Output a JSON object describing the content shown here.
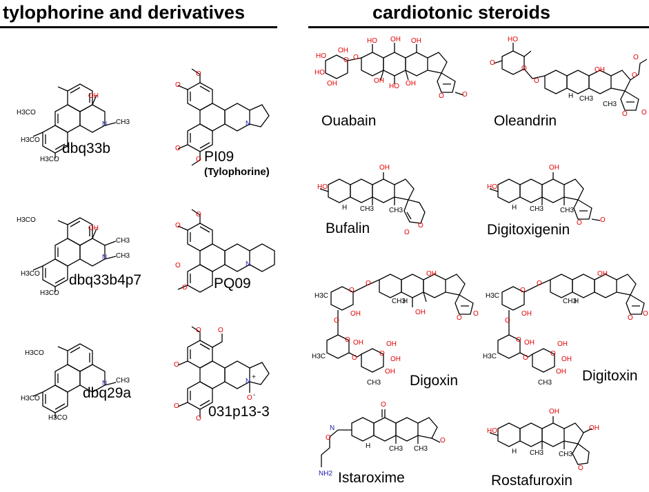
{
  "sections": {
    "left_title": "tylophorine and derivatives",
    "right_title": "cardiotonic steroids"
  },
  "compounds": {
    "dbq33b": {
      "name": "dbq33b",
      "atoms": {
        "h3co_1": "H3CO",
        "oh": "OH",
        "n": "N",
        "ch3": "CH3",
        "h3co_2": "H3CO",
        "h3co_3": "H3CO"
      }
    },
    "pi09": {
      "name": "PI09",
      "subtitle": "(Tylophorine)",
      "atoms": {
        "o1": "O",
        "o2": "O",
        "o3": "O",
        "o4": "O",
        "n": "N"
      }
    },
    "dbq33b4p7": {
      "name": "dbq33b4p7",
      "atoms": {
        "h3co_1": "H3CO",
        "oh": "OH",
        "ch3_a": "CH3",
        "n": "N",
        "ch3_b": "CH3",
        "h3co_2": "H3CO",
        "h3co_3": "H3CO"
      }
    },
    "pq09": {
      "name": "PQ09",
      "atoms": {
        "o1": "O",
        "o2": "O",
        "o3": "O",
        "o4": "O",
        "n": "N"
      }
    },
    "dbq29a": {
      "name": "dbq29a",
      "atoms": {
        "h3co_1": "H3CO",
        "n": "N",
        "ch3": "CH3",
        "h3co_2": "H3CO",
        "h3co_3": "H3CO"
      }
    },
    "p031p13": {
      "name": "031p13-3",
      "atoms": {
        "o1": "O",
        "o2": "O",
        "o3": "O",
        "o4": "O",
        "o5": "O",
        "n": "N",
        "nplus": "+",
        "oxide": "O",
        "ominus": "-"
      }
    },
    "ouabain": {
      "name": "Ouabain",
      "atoms": {
        "ho1": "HO",
        "ho2": "HO",
        "oh1": "OH",
        "oh2": "OH",
        "oh3": "OH",
        "ho3": "HO",
        "oh4": "OH",
        "oh5": "OH",
        "oh6": "HO",
        "oh7": "OH",
        "o_ring": "O",
        "o_link": "O",
        "o_lac": "O",
        "o_keto": "O"
      }
    },
    "oleandrin": {
      "name": "Oleandrin",
      "atoms": {
        "ho": "HO",
        "o_me": "O",
        "o_ring": "O",
        "o_link": "O",
        "oh": "OH",
        "h_a": "H",
        "ch3_1": "CH3",
        "ch3_2": "CH3",
        "o_ac": "O",
        "o_ac2": "O",
        "o_lac": "O",
        "o_keto": "O"
      }
    },
    "bufalin": {
      "name": "Bufalin",
      "atoms": {
        "ho": "HO",
        "oh": "OH",
        "ch3_1": "CH3",
        "ch3_2": "CH3",
        "h_a": "H",
        "o_ring": "O",
        "o_keto": "O"
      }
    },
    "digitoxigenin": {
      "name": "Digitoxigenin",
      "atoms": {
        "ho": "HO",
        "oh": "OH",
        "ch3_1": "CH3",
        "ch3_2": "CH3",
        "h_a": "H",
        "o_lac": "O",
        "o_keto": "O"
      }
    },
    "digoxin": {
      "name": "Digoxin",
      "atoms": {
        "h3c": "H3C",
        "o1": "O",
        "o2": "O",
        "o3": "O",
        "oh1": "OH",
        "o4": "O",
        "oh2": "OH",
        "h3c2": "H3C",
        "o5": "O",
        "o6": "O",
        "oh3": "OH",
        "oh4": "OH",
        "oh5": "OH",
        "ch3_1": "CH3",
        "ch3_2": "CH3",
        "oh6": "OH",
        "oh7": "OH",
        "o_lac": "O",
        "o_keto": "O",
        "h_a": "H"
      }
    },
    "digitoxin": {
      "name": "Digitoxin",
      "atoms": {
        "h3c": "H3C",
        "o1": "O",
        "o2": "O",
        "o3": "O",
        "oh1": "OH",
        "o4": "O",
        "oh2": "OH",
        "h3c2": "H3C",
        "o5": "O",
        "o6": "O",
        "oh3": "OH",
        "oh4": "OH",
        "oh5": "OH",
        "ch3_1": "CH3",
        "ch3_2": "CH3",
        "oh6": "OH",
        "o_lac": "O",
        "o_keto": "O",
        "h_a": "H"
      }
    },
    "istaroxime": {
      "name": "Istaroxime",
      "atoms": {
        "n": "N",
        "o_ox": "O",
        "nh2": "NH2",
        "o_top": "O",
        "o_keto": "O",
        "ch3_1": "CH3",
        "ch3_2": "CH3",
        "h_a": "H"
      }
    },
    "rostafuroxin": {
      "name": "Rostafuroxin",
      "atoms": {
        "ho": "HO",
        "oh1": "OH",
        "oh2": "OH",
        "ch3_1": "CH3",
        "ch3_2": "CH3",
        "h_a": "H",
        "o_fur": "O"
      }
    }
  }
}
